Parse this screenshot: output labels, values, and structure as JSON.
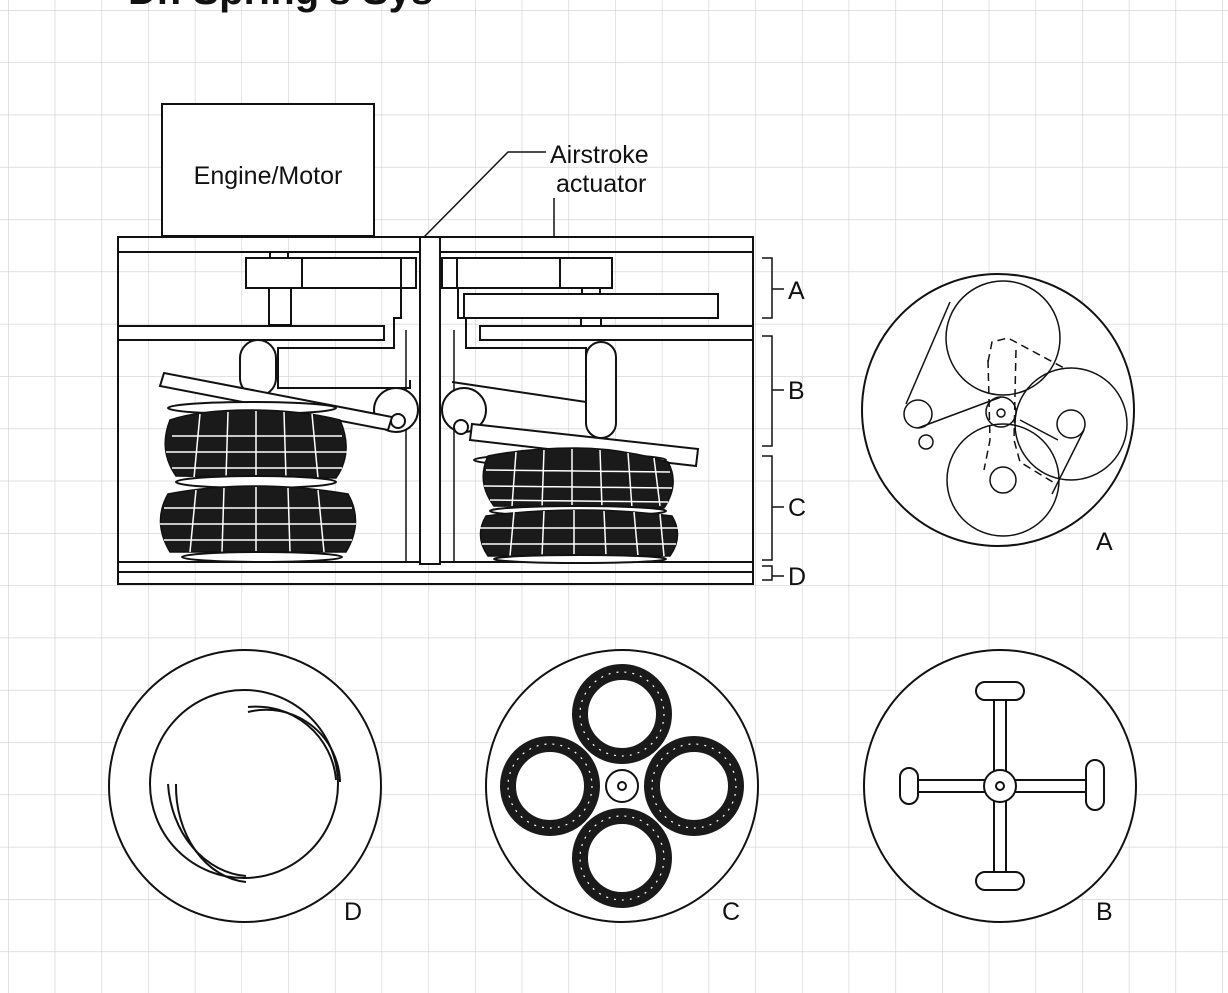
{
  "header": {
    "title": "Dr. Spring's Sys"
  },
  "colors": {
    "grid": "#cfcfcf",
    "ink": "#111111",
    "paper": "#ffffff"
  },
  "main_diagram": {
    "engine_label": "Engine/Motor",
    "actuator_label_line1": "Airstroke",
    "actuator_label_line2": "actuator",
    "section_labels": [
      "A",
      "B",
      "C",
      "D"
    ]
  },
  "top_views": {
    "view_a_label": "A",
    "view_b_label": "B",
    "view_c_label": "C",
    "view_d_label": "D"
  }
}
